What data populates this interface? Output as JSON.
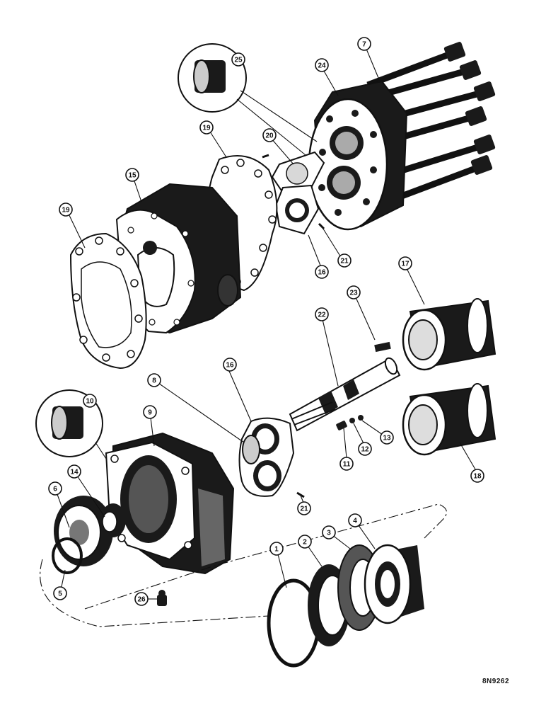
{
  "drawing_number": "8N9262",
  "callouts": [
    {
      "id": "c1",
      "label": "1"
    },
    {
      "id": "c2",
      "label": "2"
    },
    {
      "id": "c3",
      "label": "3"
    },
    {
      "id": "c4",
      "label": "4"
    },
    {
      "id": "c5",
      "label": "5"
    },
    {
      "id": "c6",
      "label": "6"
    },
    {
      "id": "c7",
      "label": "7"
    },
    {
      "id": "c8",
      "label": "8"
    },
    {
      "id": "c9",
      "label": "9"
    },
    {
      "id": "c10",
      "label": "10"
    },
    {
      "id": "c11",
      "label": "11"
    },
    {
      "id": "c12",
      "label": "12"
    },
    {
      "id": "c13",
      "label": "13"
    },
    {
      "id": "c14",
      "label": "14"
    },
    {
      "id": "c15",
      "label": "15"
    },
    {
      "id": "c16a",
      "label": "16"
    },
    {
      "id": "c16b",
      "label": "16"
    },
    {
      "id": "c17",
      "label": "17"
    },
    {
      "id": "c18",
      "label": "18"
    },
    {
      "id": "c19a",
      "label": "19"
    },
    {
      "id": "c19b",
      "label": "19"
    },
    {
      "id": "c20",
      "label": "20"
    },
    {
      "id": "c21a",
      "label": "21"
    },
    {
      "id": "c21b",
      "label": "21"
    },
    {
      "id": "c22",
      "label": "22"
    },
    {
      "id": "c23",
      "label": "23"
    },
    {
      "id": "c24",
      "label": "24"
    },
    {
      "id": "c25",
      "label": "25"
    },
    {
      "id": "c26",
      "label": "26"
    }
  ]
}
